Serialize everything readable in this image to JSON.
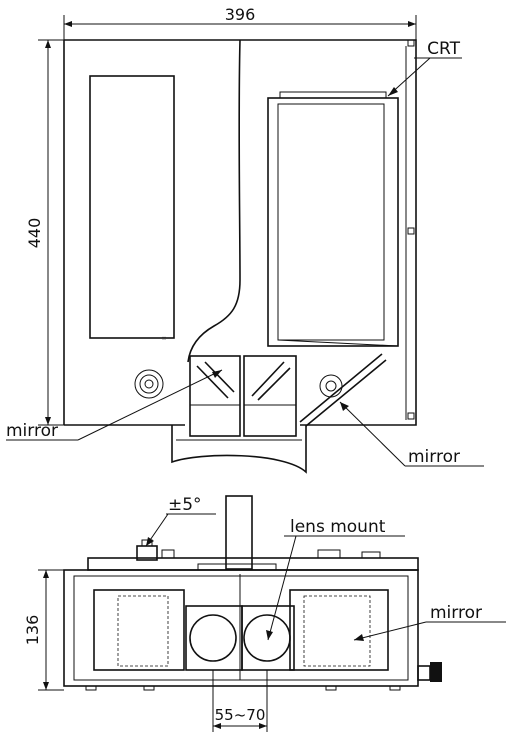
{
  "dimensions": {
    "top_width": "396",
    "top_height": "440",
    "front_height": "136",
    "lens_spacing": "55~70",
    "tilt": "±5°"
  },
  "labels": {
    "crt": "CRT",
    "mirror_left": "mirror",
    "mirror_right": "mirror",
    "lens_mount": "lens mount",
    "mirror_front": "mirror"
  }
}
